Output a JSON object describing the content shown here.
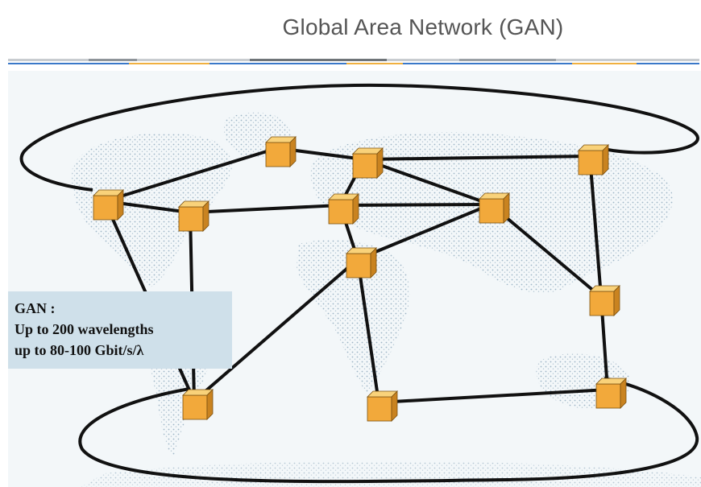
{
  "title": "Global Area Network (GAN)",
  "info": {
    "line1": "GAN :",
    "line2": "Up to 200 wavelengths",
    "line3": "up to 80-100 Gbit/s/λ"
  },
  "colors": {
    "node_fill": "#f2a93b",
    "node_top": "#f9d27a",
    "node_side": "#c98320",
    "link": "#111111",
    "land": "#b9cbd8"
  },
  "diagram": {
    "nodes": [
      "west-america",
      "greenland",
      "north-europe",
      "east-asia-north",
      "east-america",
      "central-europe",
      "middle-asia",
      "north-africa",
      "south-asia",
      "south-america",
      "south-africa",
      "australia"
    ],
    "links": [
      [
        "west-america",
        "greenland"
      ],
      [
        "west-america",
        "east-america"
      ],
      [
        "greenland",
        "north-europe"
      ],
      [
        "north-europe",
        "east-asia-north"
      ],
      [
        "north-europe",
        "central-europe"
      ],
      [
        "east-america",
        "central-europe"
      ],
      [
        "central-europe",
        "middle-asia"
      ],
      [
        "north-europe",
        "middle-asia"
      ],
      [
        "central-europe",
        "north-africa"
      ],
      [
        "north-africa",
        "middle-asia"
      ],
      [
        "middle-asia",
        "south-asia"
      ],
      [
        "east-asia-north",
        "south-asia"
      ],
      [
        "south-asia",
        "australia"
      ],
      [
        "north-africa",
        "south-africa"
      ],
      [
        "south-africa",
        "australia"
      ],
      [
        "north-africa",
        "south-america"
      ],
      [
        "west-america",
        "south-america"
      ],
      [
        "east-america",
        "south-america"
      ]
    ]
  }
}
